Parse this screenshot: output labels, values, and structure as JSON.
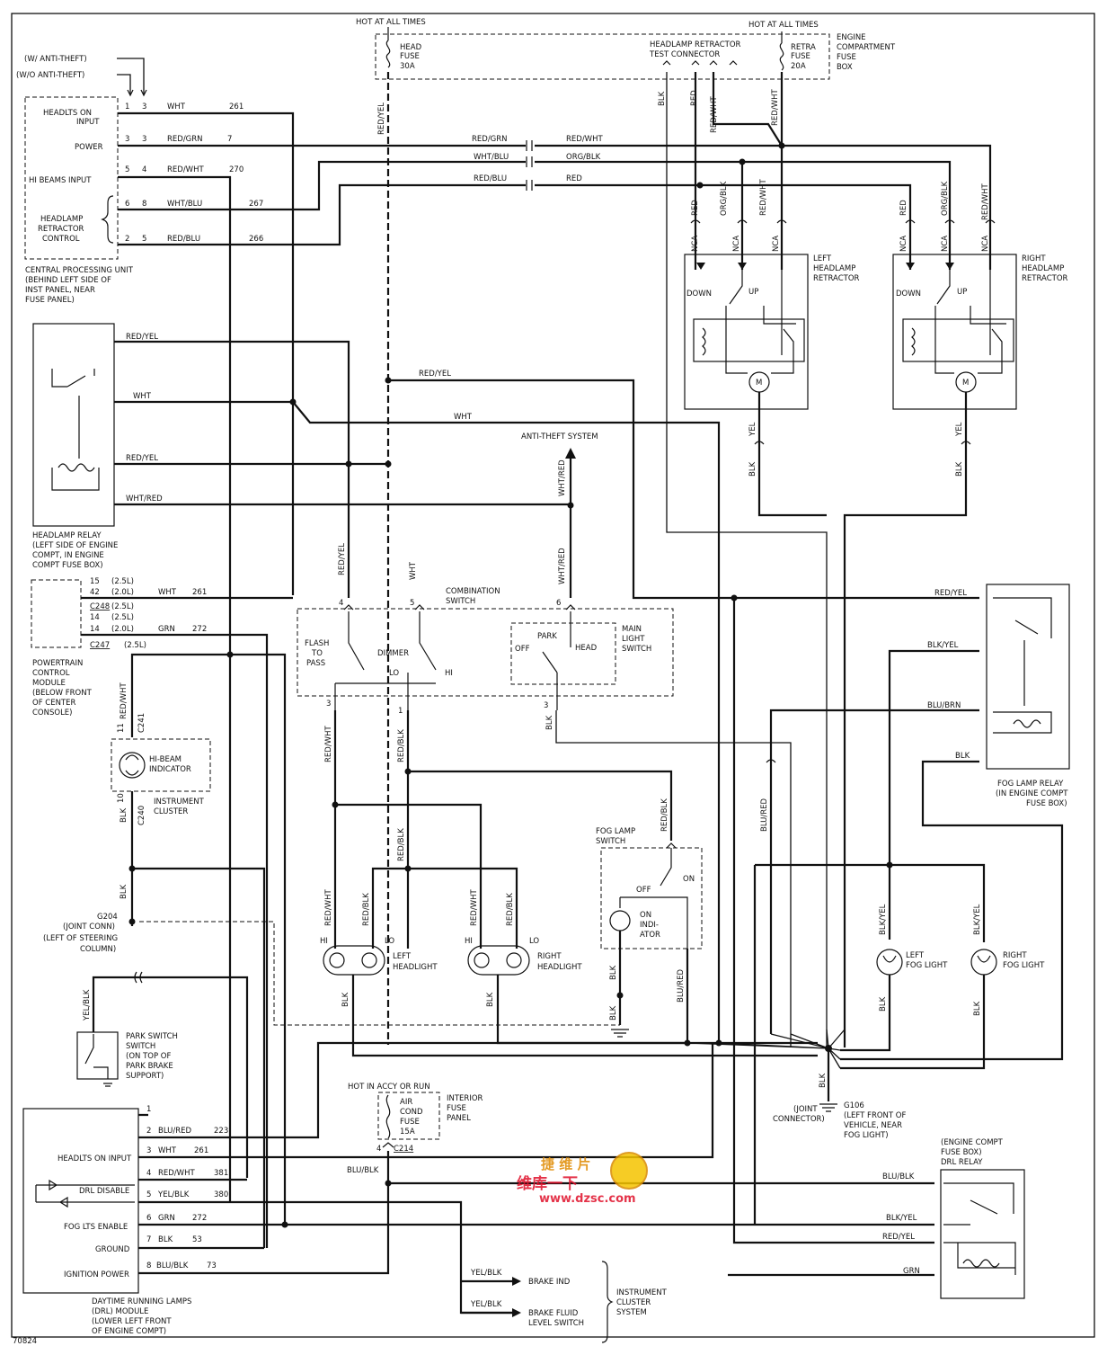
{
  "hot_label": "HOT AT ALL TIMES",
  "fuses": {
    "head_fuse": [
      "HEAD",
      "FUSE",
      "30A"
    ],
    "retra_fuse": [
      "RETRA",
      "FUSE",
      "20A"
    ],
    "test_connector": [
      "HEADLAMP RETRACTOR",
      "TEST CONNECTOR"
    ],
    "fuse_box": [
      "ENGINE",
      "COMPARTMENT",
      "FUSE",
      "BOX"
    ],
    "interior": [
      "INTERIOR",
      "FUSE",
      "PANEL"
    ],
    "air_cond": [
      "AIR",
      "COND",
      "FUSE",
      "15A"
    ],
    "hot_in_accy": "HOT IN ACCY OR RUN"
  },
  "cpu": {
    "anti_theft_w": "(W/ ANTI-THEFT)",
    "anti_theft_wo": "(W/O ANTI-THEFT)",
    "headlts_on_input": [
      "HEADLTS ON",
      "INPUT"
    ],
    "power": "POWER",
    "hi_beams_input": "HI BEAMS INPUT",
    "retractor_control": [
      "HEADLAMP",
      "RETRACTOR",
      "CONTROL"
    ],
    "caption": [
      "CENTRAL PROCESSING UNIT",
      "(BEHIND LEFT SIDE OF",
      "INST PANEL, NEAR",
      "FUSE PANEL)"
    ],
    "rows": [
      {
        "p1": "1",
        "p2": "3",
        "color": "WHT",
        "circuit": "261"
      },
      {
        "p1": "3",
        "p2": "3",
        "color": "RED/GRN",
        "circuit": "7"
      },
      {
        "p1": "5",
        "p2": "4",
        "color": "RED/WHT",
        "circuit": "270"
      },
      {
        "p1": "6",
        "p2": "8",
        "color": "WHT/BLU",
        "circuit": "267"
      },
      {
        "p1": "2",
        "p2": "5",
        "color": "RED/BLU",
        "circuit": "266"
      }
    ]
  },
  "relay": {
    "wires": [
      "RED/YEL",
      "WHT",
      "RED/YEL",
      "WHT/RED"
    ],
    "caption": [
      "HEADLAMP RELAY",
      "(LEFT SIDE OF ENGINE",
      "COMPT, IN ENGINE",
      "COMPT FUSE BOX)"
    ]
  },
  "pcm": {
    "lines": [
      {
        "pin": "15",
        "eng": "(2.5L)",
        "color": "",
        "circuit": ""
      },
      {
        "pin": "42",
        "eng": "(2.0L)",
        "color": "WHT",
        "circuit": "261"
      },
      {
        "pin": "C248",
        "eng": "",
        "color": "",
        "circuit": ""
      },
      {
        "pin": "14",
        "eng": "(2.5L)",
        "color": "",
        "circuit": ""
      },
      {
        "pin": "14",
        "eng": "(2.0L)",
        "color": "GRN",
        "circuit": "272"
      },
      {
        "pin": "C247",
        "eng": "(2.5L)",
        "color": "",
        "circuit": ""
      }
    ],
    "caption": [
      "POWERTRAIN",
      "CONTROL",
      "MODULE",
      "(BELOW FRONT",
      "OF CENTER",
      "CONSOLE)"
    ]
  },
  "cluster": {
    "hi_beam": [
      "HI-BEAM",
      "INDICATOR"
    ],
    "instrument": [
      "INSTRUMENT",
      "CLUSTER"
    ],
    "c241": "C241",
    "c240": "C240",
    "pin11": "11",
    "pin10": "10",
    "red_wht": "RED/WHT",
    "blk": "BLK",
    "g204": [
      "G204",
      "(JOINT CONN)",
      "(LEFT OF STEERING",
      "COLUMN)"
    ]
  },
  "wire_labels": {
    "red_grn": "RED/GRN",
    "red_wht": "RED/WHT",
    "wht_blu": "WHT/BLU",
    "org_blk": "ORG/BLK",
    "red_blu": "RED/BLU",
    "red": "RED",
    "red_yel": "RED/YEL",
    "wht": "WHT",
    "blk": "BLK",
    "wht_red": "WHT/RED",
    "red_blk": "RED/BLK",
    "yel": "YEL",
    "blu_red": "BLU/RED",
    "blk_yel": "BLK/YEL",
    "blu_brn": "BLU/BRN",
    "yel_blk": "YEL/BLK",
    "blu_blk": "BLU/BLK",
    "grn": "GRN",
    "nca": "NCA",
    "org_blk_v": "ORG/ BLK",
    "red_wht_v": "RED/ WHT"
  },
  "retractors": {
    "left": [
      "LEFT",
      "HEADLAMP",
      "RETRACTOR"
    ],
    "right": [
      "RIGHT",
      "HEADLAMP",
      "RETRACTOR"
    ],
    "down": "DOWN",
    "up": "UP",
    "motor": "M"
  },
  "anti_theft": "ANTI-THEFT SYSTEM",
  "combination": {
    "title": [
      "COMBINATION",
      "SWITCH"
    ],
    "flash": [
      "FLASH",
      "TO",
      "PASS"
    ],
    "dimmer": "DIMMER",
    "lo": "LO",
    "hi": "HI",
    "park": "PARK",
    "off": "OFF",
    "head": "HEAD",
    "main": [
      "MAIN",
      "LIGHT",
      "SWITCH"
    ],
    "pins": [
      "4",
      "5",
      "6",
      "3",
      "1",
      "3"
    ]
  },
  "headlights": {
    "left": [
      "LEFT",
      "HEADLIGHT"
    ],
    "right": [
      "RIGHT",
      "HEADLIGHT"
    ],
    "hi": "HI",
    "lo": "LO"
  },
  "fog_switch": {
    "title": [
      "FOG LAMP",
      "SWITCH"
    ],
    "off": "OFF",
    "on": "ON",
    "indicator": [
      "ON",
      "INDI-",
      "ATOR"
    ]
  },
  "fog_relay": {
    "caption": [
      "FOG LAMP RELAY",
      "(IN ENGINE COMPT",
      "FUSE BOX)"
    ]
  },
  "fog_lights": {
    "left": [
      "LEFT",
      "FOG LIGHT"
    ],
    "right": [
      "RIGHT",
      "FOG LIGHT"
    ]
  },
  "g106": {
    "joint": [
      "(JOINT",
      "CONNECTOR)"
    ],
    "caption": [
      "G106",
      "(LEFT FRONT OF",
      "VEHICLE, NEAR",
      "FOG LIGHT)"
    ]
  },
  "park_switch": [
    "PARK SWITCH",
    "SWITCH",
    "(ON TOP OF",
    "PARK BRAKE",
    "SUPPORT)"
  ],
  "drl": {
    "labels": [
      "HEADLTS ON INPUT",
      "DRL DISABLE",
      "FOG LTS ENABLE",
      "GROUND",
      "IGNITION POWER"
    ],
    "rows": [
      {
        "pin": "1",
        "color": "",
        "circuit": ""
      },
      {
        "pin": "2",
        "color": "BLU/RED",
        "circuit": "223"
      },
      {
        "pin": "3",
        "color": "WHT",
        "circuit": "261"
      },
      {
        "pin": "4",
        "color": "RED/WHT",
        "circuit": "381"
      },
      {
        "pin": "5",
        "color": "YEL/BLK",
        "circuit": "380"
      },
      {
        "pin": "6",
        "color": "GRN",
        "circuit": "272"
      },
      {
        "pin": "7",
        "color": "BLK",
        "circuit": "53"
      },
      {
        "pin": "8",
        "color": "BLU/BLK",
        "circuit": "73"
      }
    ],
    "caption": [
      "DAYTIME RUNNING LAMPS",
      "(DRL) MODULE",
      "(LOWER LEFT FRONT",
      "OF ENGINE COMPT)"
    ],
    "c214": "C214",
    "pin4": "4"
  },
  "drl_relay": {
    "caption": [
      "(ENGINE COMPT",
      "FUSE BOX)",
      "DRL RELAY"
    ]
  },
  "indicators": {
    "brake": "BRAKE IND",
    "fluid": [
      "BRAKE FLUID",
      "LEVEL SWITCH"
    ],
    "cluster": [
      "INSTRUMENT",
      "CLUSTER",
      "SYSTEM"
    ]
  },
  "figure_id": "70824",
  "watermark": {
    "line1": "捷 维 片",
    "line2": "维库一下",
    "url": "www.dzsc.com"
  }
}
